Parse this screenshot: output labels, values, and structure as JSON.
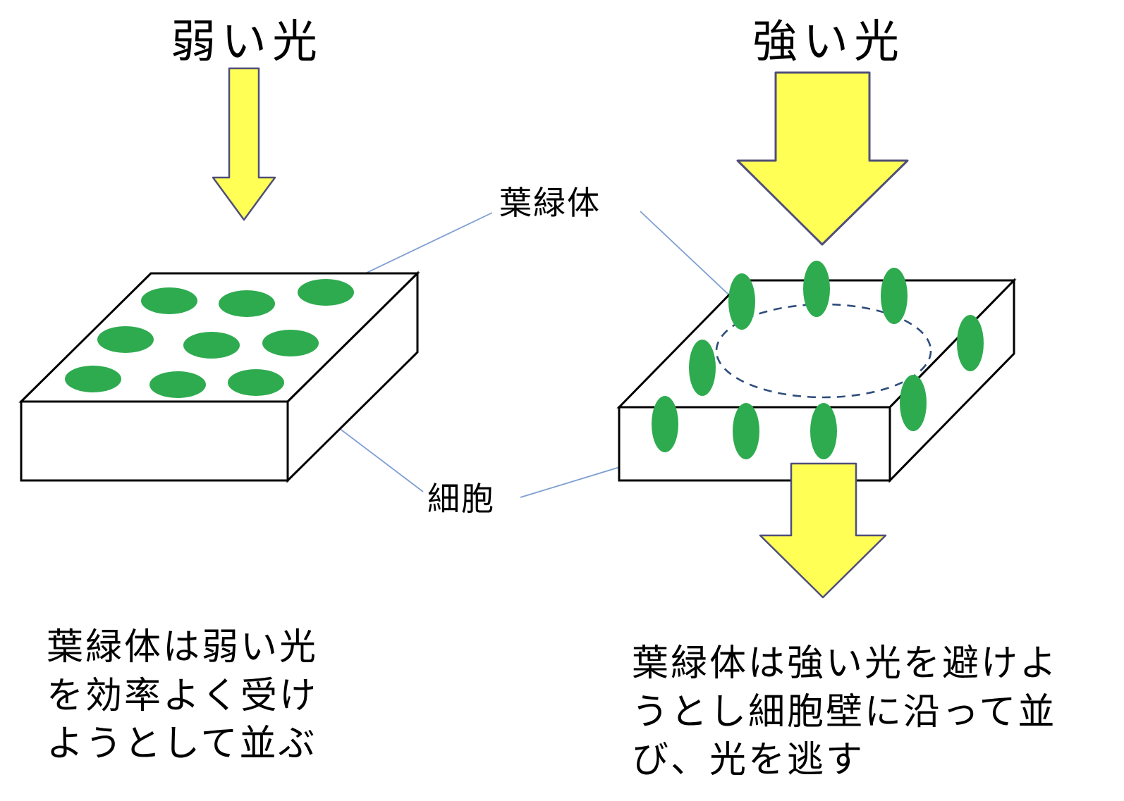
{
  "left": {
    "title": "弱い光",
    "caption_lines": {
      "0": "葉緑体は弱い光",
      "1": "を効率よく受け",
      "2": "ようとして並ぶ"
    }
  },
  "right": {
    "title": "強い光",
    "caption_lines": {
      "0": "葉緑体は強い光を避けよ",
      "1": "うとし細胞壁に沿って並",
      "2": "び、光を逃す"
    }
  },
  "labels": {
    "chloroplast": "葉緑体",
    "cell": "細胞"
  },
  "colors": {
    "chloroplast_green": "#2eab4f",
    "arrow_yellow": "#ffff55",
    "arrow_outline": "#4f4f7a",
    "box_outline": "#000000",
    "pointer_line_blue": "#7f9fd1",
    "dashed_circle_blue": "#2e4d7b"
  }
}
